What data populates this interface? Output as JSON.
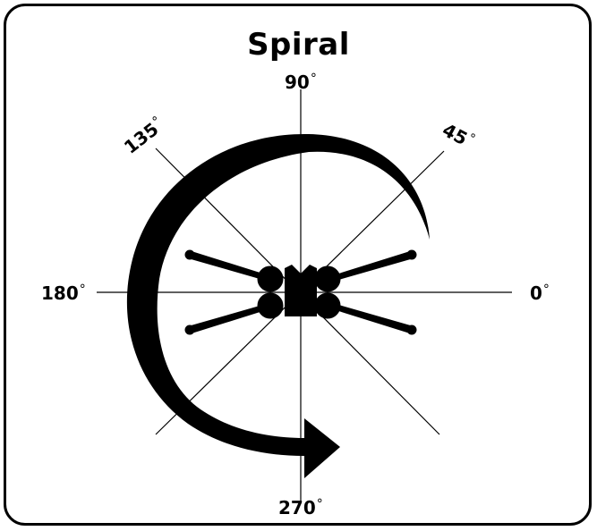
{
  "title": "Spiral",
  "angle_labels": {
    "a90": "90",
    "a45": "45",
    "a135": "135",
    "a180": "180",
    "a0": "0",
    "a270": "270"
  },
  "degree_symbol": "°",
  "colors": {
    "ink": "#000000",
    "background": "#ffffff"
  },
  "icons": [
    "xwing-fighter-icon",
    "spiral-arrow-icon"
  ]
}
